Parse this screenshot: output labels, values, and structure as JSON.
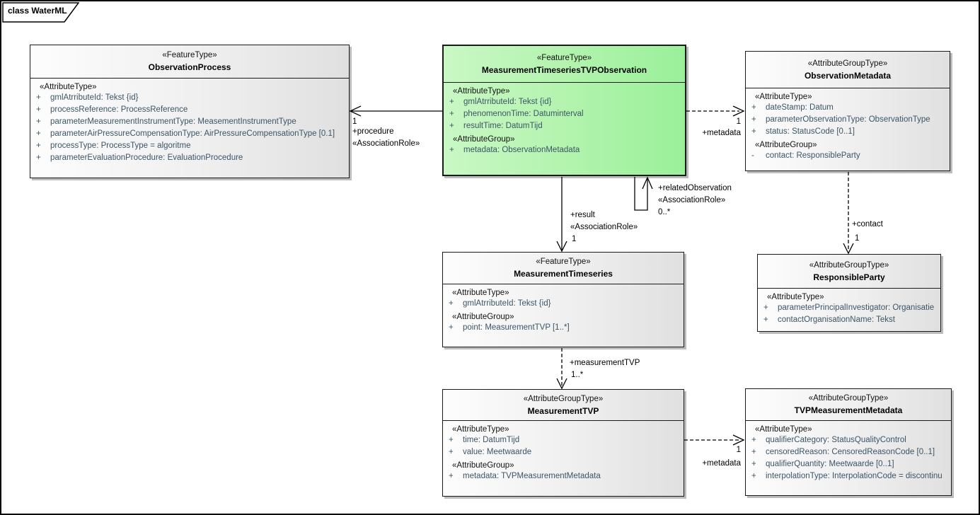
{
  "frame": {
    "label": "class WaterML"
  },
  "colors": {
    "highlight_class_fill": "#aaf3a2",
    "class_fill_left": "#fdfdfd",
    "class_fill_right": "#e0e0e0",
    "attribute_text": "#3b5566",
    "connector": "#000000",
    "shadow": "#bcbcbc"
  },
  "classes": {
    "observationProcess": {
      "stereotype": "«FeatureType»",
      "name": "ObservationProcess",
      "sections": [
        {
          "label": "«AttributeType»",
          "rows": [
            {
              "vis": "+",
              "text": "gmlAtrributeId: Tekst {id}"
            },
            {
              "vis": "+",
              "text": "processReference: ProcessReference"
            },
            {
              "vis": "+",
              "text": "parameterMeasurementInstrumentType: MeasementInstrumentType"
            },
            {
              "vis": "+",
              "text": "parameterAirPressureCompensationType: AirPressureCompensationType [0.1]"
            },
            {
              "vis": "+",
              "text": "processType: ProcessType = algoritme"
            },
            {
              "vis": "+",
              "text": "parameterEvaluationProcedure: EvaluationProcedure"
            }
          ]
        }
      ]
    },
    "measurementTimeseriesTVPObservation": {
      "stereotype": "«FeatureType»",
      "name": "MeasurementTimeseriesTVPObservation",
      "sections": [
        {
          "label": "«AttributeType»",
          "rows": [
            {
              "vis": "+",
              "text": "gmlAtrributeId: Tekst {id}"
            },
            {
              "vis": "+",
              "text": "phenomenonTime: Datuminterval"
            },
            {
              "vis": "+",
              "text": "resultTime: DatumTijd"
            }
          ]
        },
        {
          "label": "«AttributeGroup»",
          "rows": [
            {
              "vis": "+",
              "text": "metadata: ObservationMetadata"
            }
          ]
        }
      ]
    },
    "observationMetadata": {
      "stereotype": "«AttributeGroupType»",
      "name": "ObservationMetadata",
      "sections": [
        {
          "label": "«AttributeType»",
          "rows": [
            {
              "vis": "+",
              "text": "dateStamp: Datum"
            },
            {
              "vis": "+",
              "text": "parameterObservationType: ObservationType"
            },
            {
              "vis": "+",
              "text": "status: StatusCode [0..1]"
            }
          ]
        },
        {
          "label": "«AttributeGroup»",
          "rows": [
            {
              "vis": "-",
              "text": "contact: ResponsibleParty"
            }
          ]
        }
      ]
    },
    "measurementTimeseries": {
      "stereotype": "«FeatureType»",
      "name": "MeasurementTimeseries",
      "sections": [
        {
          "label": "«AttributeType»",
          "rows": [
            {
              "vis": "+",
              "text": "gmlAtrributeId: Tekst {id}"
            }
          ]
        },
        {
          "label": "«AttributeGroup»",
          "rows": [
            {
              "vis": "+",
              "text": "point: MeasurementTVP [1..*]"
            }
          ]
        }
      ]
    },
    "responsibleParty": {
      "stereotype": "«AttributeGroupType»",
      "name": "ResponsibleParty",
      "sections": [
        {
          "label": "«AttributeType»",
          "rows": [
            {
              "vis": "+",
              "text": "parameterPrincipalInvestigator: Organisatie"
            },
            {
              "vis": "+",
              "text": "contactOrganisationName: Tekst"
            }
          ]
        }
      ]
    },
    "measurementTVP": {
      "stereotype": "«AttributeGroupType»",
      "name": "MeasurementTVP",
      "sections": [
        {
          "label": "«AttributeType»",
          "rows": [
            {
              "vis": "+",
              "text": "time: DatumTijd"
            },
            {
              "vis": "+",
              "text": "value: Meetwaarde"
            }
          ]
        },
        {
          "label": "«AttributeGroup»",
          "rows": [
            {
              "vis": "+",
              "text": "metadata: TVPMeasurementMetadata"
            }
          ]
        }
      ]
    },
    "tvpMeasurementMetadata": {
      "stereotype": "«AttributeGroupType»",
      "name": "TVPMeasurementMetadata",
      "sections": [
        {
          "label": "«AttributeType»",
          "rows": [
            {
              "vis": "+",
              "text": "qualifierCategory: StatusQualityControl"
            },
            {
              "vis": "+",
              "text": "censoredReason: CensoredReasonCode [0..1]"
            },
            {
              "vis": "+",
              "text": "qualifierQuantity: Meetwaarde [0..1]"
            },
            {
              "vis": "+",
              "text": "interpolationType: InterpolationCode = discontinu"
            }
          ]
        }
      ]
    }
  },
  "connectors": {
    "procedure": {
      "multiplicity": "1",
      "role": "+procedure",
      "stereotype": "«AssociationRole»"
    },
    "metadataTop": {
      "multiplicity": "1",
      "role": "+metadata"
    },
    "relatedObservation": {
      "role": "+relatedObservation",
      "stereotype": "«AssociationRole»",
      "multiplicity": "0..*"
    },
    "result": {
      "role": "+result",
      "stereotype": "«AssociationRole»",
      "multiplicity": "1"
    },
    "contact": {
      "role": "+contact",
      "multiplicity": "1"
    },
    "measurementTVP": {
      "role": "+measurementTVP",
      "multiplicity": "1..*"
    },
    "metadataBottom": {
      "multiplicity": "1",
      "role": "+metadata"
    }
  }
}
